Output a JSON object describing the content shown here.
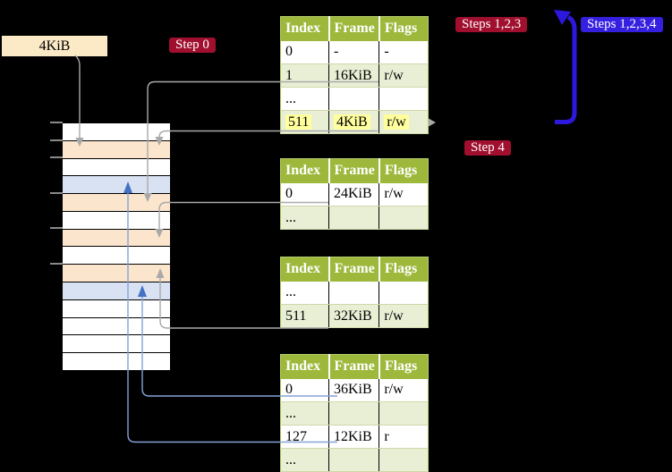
{
  "labels": {
    "mem_box": "4KiB",
    "step0": "Step 0",
    "steps123": "Steps 1,2,3",
    "steps1234": "Steps 1,2,3,4",
    "step4": "Step 4"
  },
  "colors": {
    "badge_red": "#a00f2e",
    "badge_blue": "#3620e0",
    "header_green": "#9db83a",
    "row_green": "#e9efd5",
    "stack_orange": "#fce5cd",
    "stack_blue": "#d9e2f3",
    "box_wheat": "#fce9c6",
    "hl_yellow": "#ffff9e",
    "line_gray": "#a9a9a9",
    "line_blue": "#85a3d6",
    "arrow_blue": "#4472c4",
    "big_blue": "#2d18dd"
  },
  "memory": {
    "rows": [
      "white",
      "orange",
      "white",
      "blue",
      "orange",
      "white",
      "orange",
      "white",
      "orange",
      "blue",
      "white",
      "white",
      "white",
      "white"
    ],
    "ticks_y": [
      136,
      156,
      175,
      215,
      254,
      294
    ]
  },
  "tables": [
    {
      "name": "level-1-table",
      "headers": [
        "Index",
        "Frame",
        "Flags"
      ],
      "rows": [
        {
          "cells": [
            "0",
            "-",
            "-"
          ],
          "shade": false,
          "highlight": false
        },
        {
          "cells": [
            "1",
            "16KiB",
            "r/w"
          ],
          "shade": true,
          "highlight": false
        },
        {
          "cells": [
            "...",
            "",
            ""
          ],
          "shade": false,
          "highlight": false
        },
        {
          "cells": [
            "511",
            "4KiB",
            "r/w"
          ],
          "shade": true,
          "highlight": true
        }
      ]
    },
    {
      "name": "level-2-table",
      "headers": [
        "Index",
        "Frame",
        "Flags"
      ],
      "rows": [
        {
          "cells": [
            "0",
            "24KiB",
            "r/w"
          ],
          "shade": false,
          "highlight": false
        },
        {
          "cells": [
            "...",
            "",
            ""
          ],
          "shade": true,
          "highlight": false
        }
      ]
    },
    {
      "name": "level-3-table",
      "headers": [
        "Index",
        "Frame",
        "Flags"
      ],
      "rows": [
        {
          "cells": [
            "...",
            "",
            ""
          ],
          "shade": false,
          "highlight": false
        },
        {
          "cells": [
            "511",
            "32KiB",
            "r/w"
          ],
          "shade": true,
          "highlight": false
        }
      ]
    },
    {
      "name": "level-4-table",
      "headers": [
        "Index",
        "Frame",
        "Flags"
      ],
      "rows": [
        {
          "cells": [
            "0",
            "36KiB",
            "r/w"
          ],
          "shade": false,
          "highlight": false
        },
        {
          "cells": [
            "...",
            "",
            ""
          ],
          "shade": true,
          "highlight": false
        },
        {
          "cells": [
            "127",
            "12KiB",
            "r"
          ],
          "shade": false,
          "highlight": false
        },
        {
          "cells": [
            "...",
            "",
            ""
          ],
          "shade": true,
          "highlight": false
        }
      ]
    }
  ]
}
